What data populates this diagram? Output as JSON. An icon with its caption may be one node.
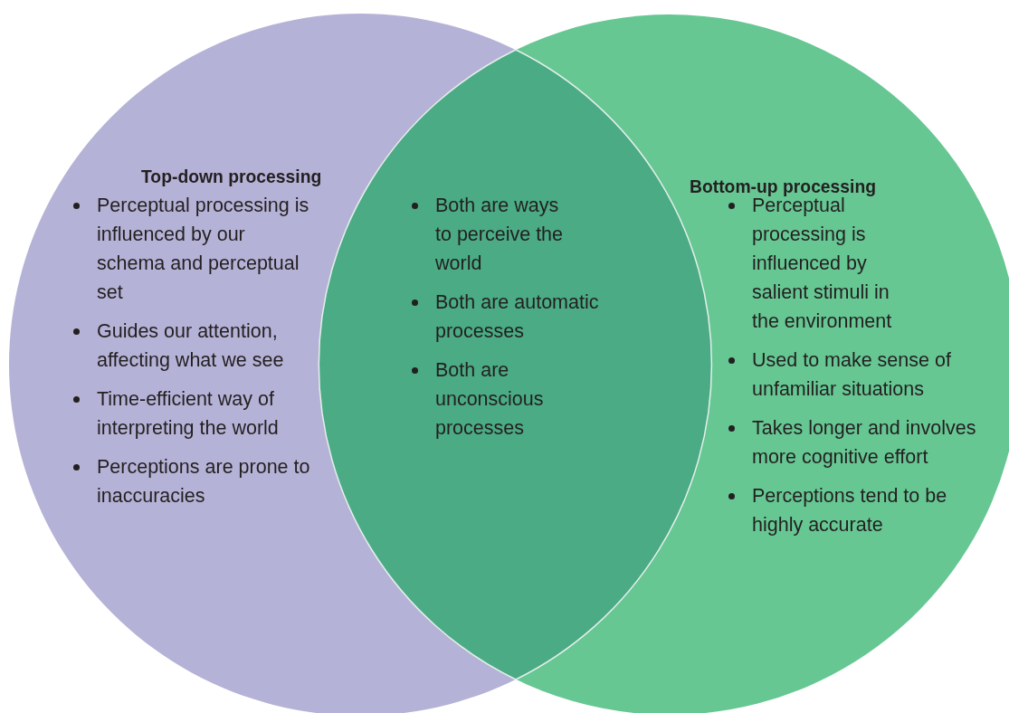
{
  "diagram": {
    "nodes": [
      {
        "text": [
          "Top-down processing",
          "Perceptual processing is influenced by our schema and perceptual set",
          "Guides our attention, affecting what we see",
          "Time-efficient way of interpreting the world",
          "Perceptions are prone to inaccuracies"
        ]
      },
      {
        "text": [
          "Bottom-up processing",
          "Perceptual processing is influenced by salient stimuli in the environment",
          "Used to make sense of unfamiliar situations",
          "Takes longer and involves more cognitive effort",
          "Perceptions tend to be highly accurate"
        ]
      }
    ],
    "labels": [
      "Both are ways to perceive the world",
      "Both are automatic processes",
      "Both are unconscious processes"
    ]
  }
}
